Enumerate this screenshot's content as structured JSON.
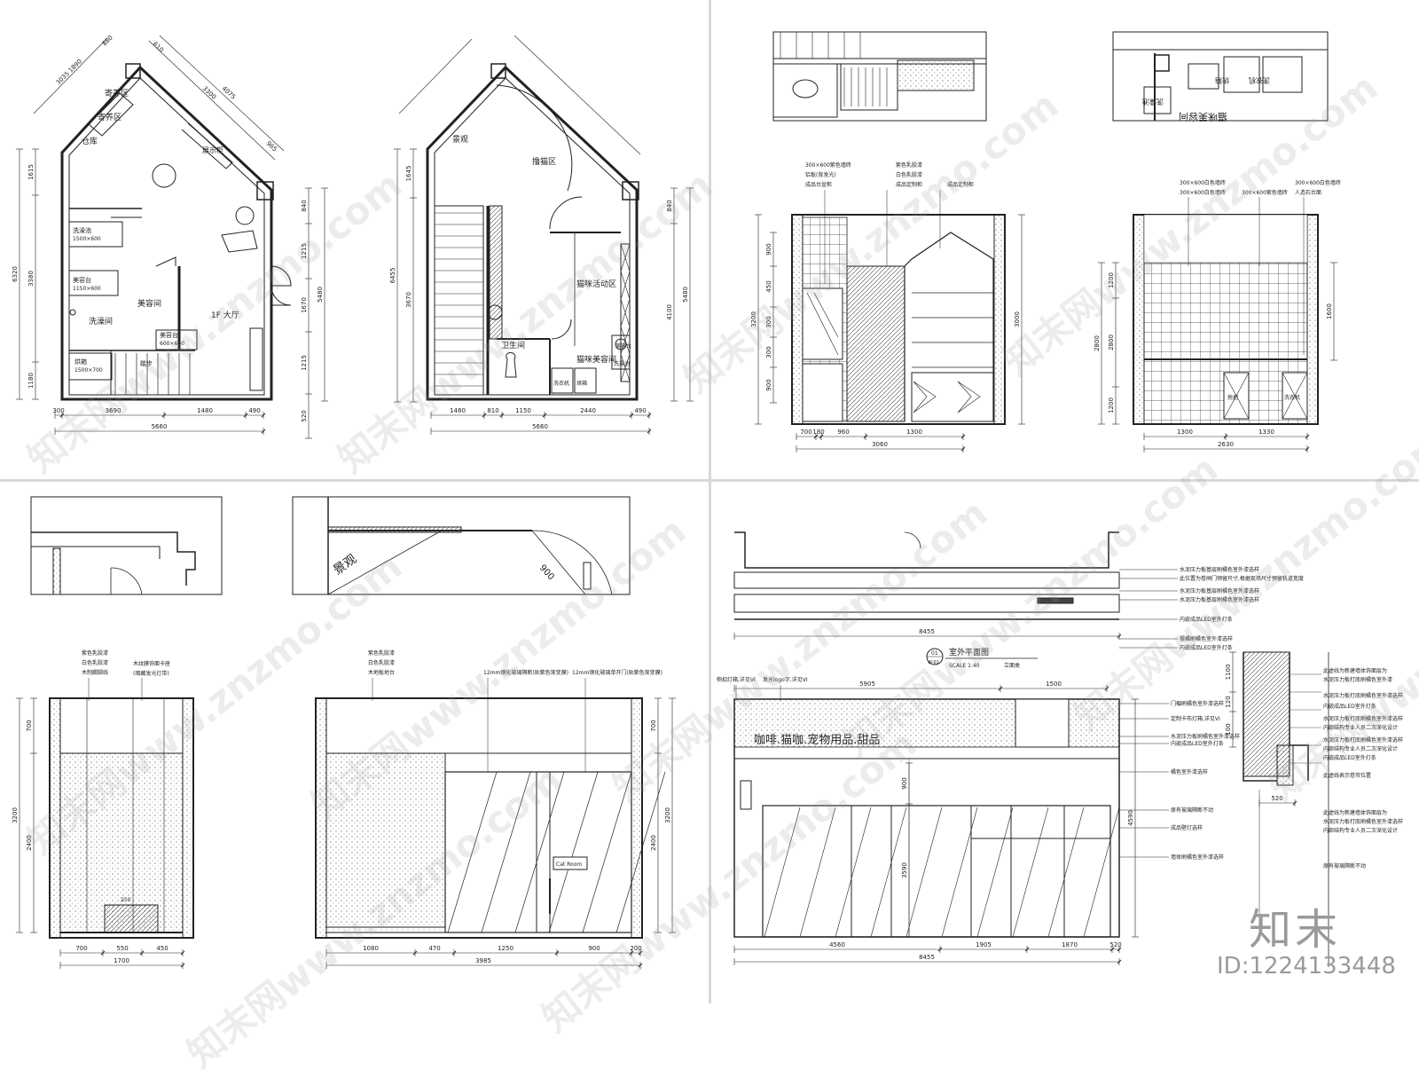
{
  "floor1": {
    "rooms": {
      "storage1": "寄养区",
      "storage2": "寄养区",
      "warehouse": "仓库",
      "display": "展示柜",
      "beauty": "美容间",
      "bath": "洗澡间",
      "hall": "1F 大厅",
      "bathtub": "洗澡池",
      "bathtub_dim": "1500×600",
      "table": "美容台",
      "table_dim": "1150×600",
      "table2": "美容台",
      "table2_dim": "600×600",
      "cage": "烘箱",
      "cage_dim": "1500×700",
      "stair": "踏步"
    },
    "dims": {
      "bottom": [
        "300",
        "3690",
        "1480",
        "490"
      ],
      "total": "5660",
      "left": [
        "1615",
        "3380",
        "1180"
      ],
      "right": [
        "840",
        "1215",
        "1670",
        "1215",
        "520"
      ],
      "right_total": "5480",
      "left_total": "6320",
      "diag": [
        "3035",
        "1890",
        "880",
        "610",
        "3300",
        "4075",
        "965"
      ]
    }
  },
  "floor2": {
    "rooms": {
      "view": "景观",
      "pet": "撸猫区",
      "cat": "猫咪活动区",
      "wc": "卫生间",
      "catbeauty": "猫咪美容间",
      "washer": "洗衣机",
      "dryer": "烘箱",
      "table": "美容台",
      "bathtub": "洗澡池"
    },
    "dims": {
      "bottom": [
        "1480",
        "810",
        "1150",
        "2440",
        "490"
      ],
      "total": "5660",
      "left": [
        "1645",
        "3670"
      ],
      "left_total": "6455",
      "right": [
        "840",
        "4100"
      ],
      "right_total": "5480"
    }
  },
  "elev_a": {
    "labels": [
      "300×600紫色墙砖",
      "铝板(背发光)",
      "成品台盆柜",
      "紫色乳胶漆",
      "白色乳胶漆",
      "成品定制柜",
      "成品定制柜"
    ],
    "dims_bottom": [
      "700",
      "180",
      "960",
      "1300"
    ],
    "total": "3060",
    "dims_left": [
      "900",
      "450",
      "300",
      "900"
    ],
    "height": "3200",
    "dims_right": [
      "3000"
    ]
  },
  "elev_b": {
    "labels": [
      "300×600白色墙砖",
      "300×600白色墙砖",
      "300×600紫色墙砖",
      "300×600白色墙砖",
      "人造石台面"
    ],
    "dims_bottom": [
      "1300",
      "1330"
    ],
    "total": "2630",
    "dims_left": [
      "1200",
      "2800",
      "1200"
    ],
    "dims_right": [
      "1600"
    ],
    "sinks": [
      "拖把",
      "洗衣机"
    ]
  },
  "plan_b": {
    "labels": [
      "烘箱",
      "洗衣机",
      "洗澡池",
      "猫咪美容间"
    ]
  },
  "elev_c": {
    "labels": [
      "紫色乳胶漆",
      "白色乳胶漆",
      "木制踢脚线",
      "木纹膜饰面卡座",
      "(暗藏发光灯带)"
    ],
    "dims_bottom": [
      "700",
      "550",
      "450"
    ],
    "total": "1700",
    "dims_left": [
      "700",
      "2400"
    ],
    "height": "3200",
    "seat": "250"
  },
  "elev_d": {
    "labels": [
      "紫色乳胶漆",
      "白色乳胶漆",
      "木地板地台",
      "12mm钢化玻璃隔断(贴紫色渐变膜)",
      "12mm钢化玻璃单开门(贴紫色渐变膜)"
    ],
    "dims_bottom": [
      "1080",
      "470",
      "1250",
      "900",
      "200"
    ],
    "total": "3985",
    "dims_right": [
      "700",
      "2400"
    ],
    "height": "3200",
    "view": "景观",
    "sign": "Cat Room",
    "door": "900"
  },
  "facade": {
    "plan_labels": [
      "水泥压力板基层刷橘色室外漆选样",
      "此位置为卷闸门预留尺寸,根据现场尺寸预留轨道宽度",
      "水泥压力板基层刷橘色室外漆选样",
      "水泥压力板基层刷橘色室外漆选样",
      "内嵌成品LED室外灯条",
      "摆橘刷橘色室外漆选样",
      "内嵌成品LED室外灯条"
    ],
    "plan_total": "8455",
    "title_no": "01",
    "title_sheet": "W-01",
    "title": "室外平面图",
    "scale": "SCALE 1:40",
    "sub": "立面类",
    "sign_text": "咖啡.猫咖.宠物用品.甜品",
    "top_labels": [
      "侧招灯箱,详见VI",
      "发光logo字,详见VI"
    ],
    "right_labels": [
      "门楣刷橘色室外漆选样",
      "定制卡布灯箱,详见VI",
      "水泥压力板刷橘色室外漆选样",
      "内嵌成品LED室外灯条",
      "橘色室外漆选样",
      "原有玻璃隔断不动",
      "成品壁灯选样",
      "墙体刷橘色室外漆选样"
    ],
    "dims_bottom": [
      "4560",
      "1905",
      "1870",
      "520"
    ],
    "total": "8455",
    "dims_mid": [
      "900",
      "3590"
    ],
    "height": "4590",
    "top_dims": [
      "5905",
      "1500"
    ]
  },
  "section": {
    "labels": [
      "此虚线为新建墙体饰面层为",
      "水泥压力板打底刷橘色室外漆",
      "水泥压力板打底刷橘色室外漆选样",
      "内嵌成品LED室外灯条",
      "水泥压力板打底刷橘色室外漆选样",
      "内部结构专业人员二次深化设计",
      "水泥压力板打底刷橘色室外漆选样",
      "内部结构专业人员二次深化设计",
      "内嵌成品LED室外灯条",
      "此虚线表示卷帘位置",
      "此虚线为新建墙体饰面层为",
      "水泥压力板打底刷橘色室外漆选样",
      "内部结构专业人员二次深化设计",
      "原有玻璃隔断不动"
    ],
    "dims": [
      "1100",
      "120",
      "320",
      "520"
    ]
  },
  "watermark": "知末网www.znzmo.com",
  "brand": "知末",
  "image_id": "ID:1224133448"
}
